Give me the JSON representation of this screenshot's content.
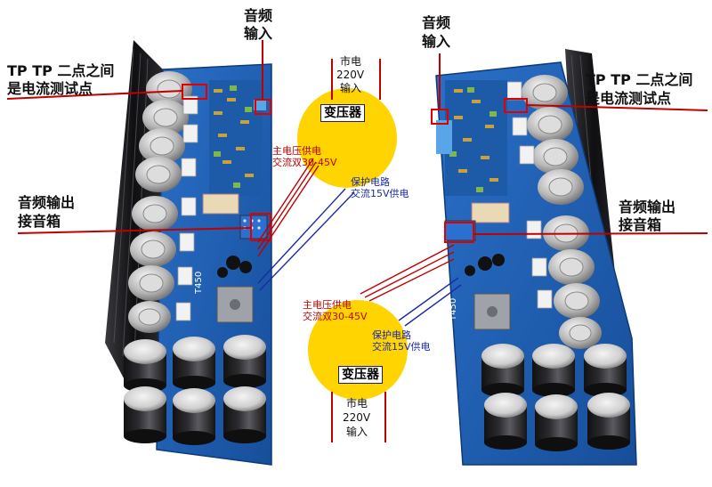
{
  "left_board": {
    "tp_label_line1": "TP TP 二点之间",
    "tp_label_line2": "是电流测试点",
    "audio_in_line1": "音频",
    "audio_in_line2": "输入",
    "audio_out_line1": "音频输出",
    "audio_out_line2": "接音箱",
    "main_supply_line1": "主电压供电",
    "main_supply_line2": "交流双30-45V",
    "protect_line1": "保护电路",
    "protect_line2": "交流15V供电",
    "silkscreen": "T450"
  },
  "right_board": {
    "tp_label_line1": "TP TP 二点之间",
    "tp_label_line2": "是电流测试点",
    "audio_in_line1": "音频",
    "audio_in_line2": "输入",
    "audio_out_line1": "音频输出",
    "audio_out_line2": "接音箱",
    "main_supply_line1": "主电压供电",
    "main_supply_line2": "交流双30-45V",
    "protect_line1": "保护电路",
    "protect_line2": "交流15V供电",
    "silkscreen": "T450"
  },
  "top_transformer": {
    "label": "变压器",
    "mains_line1": "市电",
    "mains_line2": "220V",
    "mains_line3": "输入"
  },
  "bottom_transformer": {
    "label": "变压器",
    "mains_line1": "市电",
    "mains_line2": "220V",
    "mains_line3": "输入"
  },
  "colors": {
    "heatsink": "#1b1b1f",
    "pcb": "#1f5fb8",
    "transformer": "#ffd400",
    "label_red": "#c00000",
    "wire_blue": "#1a2aa8"
  }
}
